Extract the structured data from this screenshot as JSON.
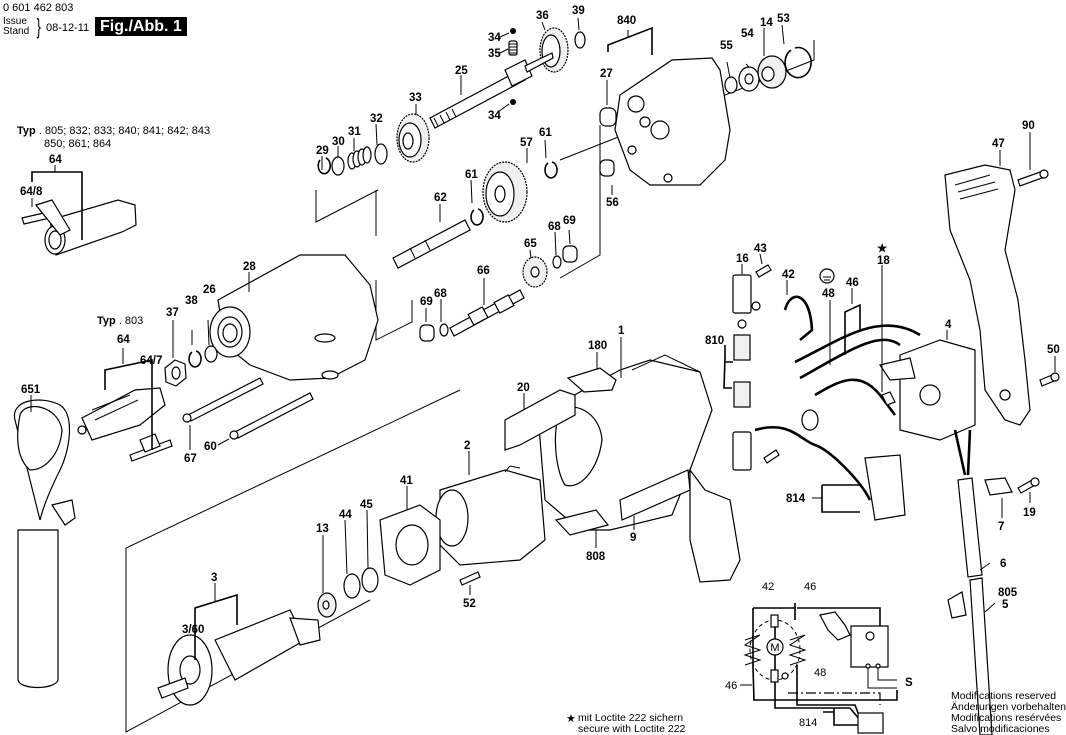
{
  "header": {
    "doc_number": "0 601 462 803",
    "issue_label": "Issue Stand",
    "issue_date": "08-12-11",
    "figure_label": "Fig./Abb. 1"
  },
  "type_notes": [
    {
      "prefix": "Typ",
      "text": ". 805; 832; 833; 840; 841; 842; 843",
      "text2": "850;  861; 864"
    },
    {
      "prefix": "Typ",
      "text": ". 803"
    }
  ],
  "part_labels": [
    {
      "id": "34a",
      "text": "34"
    },
    {
      "id": "36",
      "text": "36"
    },
    {
      "id": "39",
      "text": "39"
    },
    {
      "id": "35",
      "text": "35"
    },
    {
      "id": "840",
      "text": "840"
    },
    {
      "id": "55",
      "text": "55"
    },
    {
      "id": "54",
      "text": "54"
    },
    {
      "id": "14",
      "text": "14"
    },
    {
      "id": "53",
      "text": "53"
    },
    {
      "id": "25",
      "text": "25"
    },
    {
      "id": "27",
      "text": "27"
    },
    {
      "id": "33",
      "text": "33"
    },
    {
      "id": "34b",
      "text": "34"
    },
    {
      "id": "32",
      "text": "32"
    },
    {
      "id": "31",
      "text": "31"
    },
    {
      "id": "30",
      "text": "30"
    },
    {
      "id": "29",
      "text": "29"
    },
    {
      "id": "57",
      "text": "57"
    },
    {
      "id": "61a",
      "text": "61"
    },
    {
      "id": "61b",
      "text": "61"
    },
    {
      "id": "56",
      "text": "56"
    },
    {
      "id": "64a",
      "text": "64"
    },
    {
      "id": "64-8",
      "text": "64/8"
    },
    {
      "id": "62",
      "text": "62"
    },
    {
      "id": "68a",
      "text": "68"
    },
    {
      "id": "69a",
      "text": "69"
    },
    {
      "id": "65",
      "text": "65"
    },
    {
      "id": "28",
      "text": "28"
    },
    {
      "id": "66",
      "text": "66"
    },
    {
      "id": "69b",
      "text": "69"
    },
    {
      "id": "68b",
      "text": "68"
    },
    {
      "id": "37",
      "text": "37"
    },
    {
      "id": "38",
      "text": "38"
    },
    {
      "id": "26",
      "text": "26"
    },
    {
      "id": "64b",
      "text": "64"
    },
    {
      "id": "64-7",
      "text": "64/7"
    },
    {
      "id": "651",
      "text": "651"
    },
    {
      "id": "67",
      "text": "67"
    },
    {
      "id": "60",
      "text": "60"
    },
    {
      "id": "1",
      "text": "1"
    },
    {
      "id": "180",
      "text": "180"
    },
    {
      "id": "20",
      "text": "20"
    },
    {
      "id": "2",
      "text": "2"
    },
    {
      "id": "9",
      "text": "9"
    },
    {
      "id": "808",
      "text": "808"
    },
    {
      "id": "41",
      "text": "41"
    },
    {
      "id": "45",
      "text": "45"
    },
    {
      "id": "44",
      "text": "44"
    },
    {
      "id": "13",
      "text": "13"
    },
    {
      "id": "52",
      "text": "52"
    },
    {
      "id": "3",
      "text": "3"
    },
    {
      "id": "3-60",
      "text": "3/60"
    },
    {
      "id": "16",
      "text": "16"
    },
    {
      "id": "43",
      "text": "43"
    },
    {
      "id": "42",
      "text": "42"
    },
    {
      "id": "48",
      "text": "48"
    },
    {
      "id": "46",
      "text": "46"
    },
    {
      "id": "18",
      "text": "18"
    },
    {
      "id": "810",
      "text": "810"
    },
    {
      "id": "814",
      "text": "814"
    },
    {
      "id": "4",
      "text": "4"
    },
    {
      "id": "47",
      "text": "47"
    },
    {
      "id": "90",
      "text": "90"
    },
    {
      "id": "50",
      "text": "50"
    },
    {
      "id": "7",
      "text": "7"
    },
    {
      "id": "19",
      "text": "19"
    },
    {
      "id": "6",
      "text": "6"
    },
    {
      "id": "805",
      "text": "805"
    },
    {
      "id": "5",
      "text": "5"
    }
  ],
  "schematic_labels": {
    "field_coil": "42",
    "wiring_top": "46",
    "wiring_left": "46",
    "ground": "48",
    "suppressor": "814",
    "motor_symbol": "M",
    "mains_symbol": "S"
  },
  "footnote": {
    "symbol": "★",
    "line1": "mit Loctite 222 sichern",
    "line2": "secure with Loctite 222"
  },
  "modifications": [
    "Modifications reserved",
    "Änderungen vorbehalten",
    "Modifications resérvées",
    "Salvo modificaciones"
  ]
}
